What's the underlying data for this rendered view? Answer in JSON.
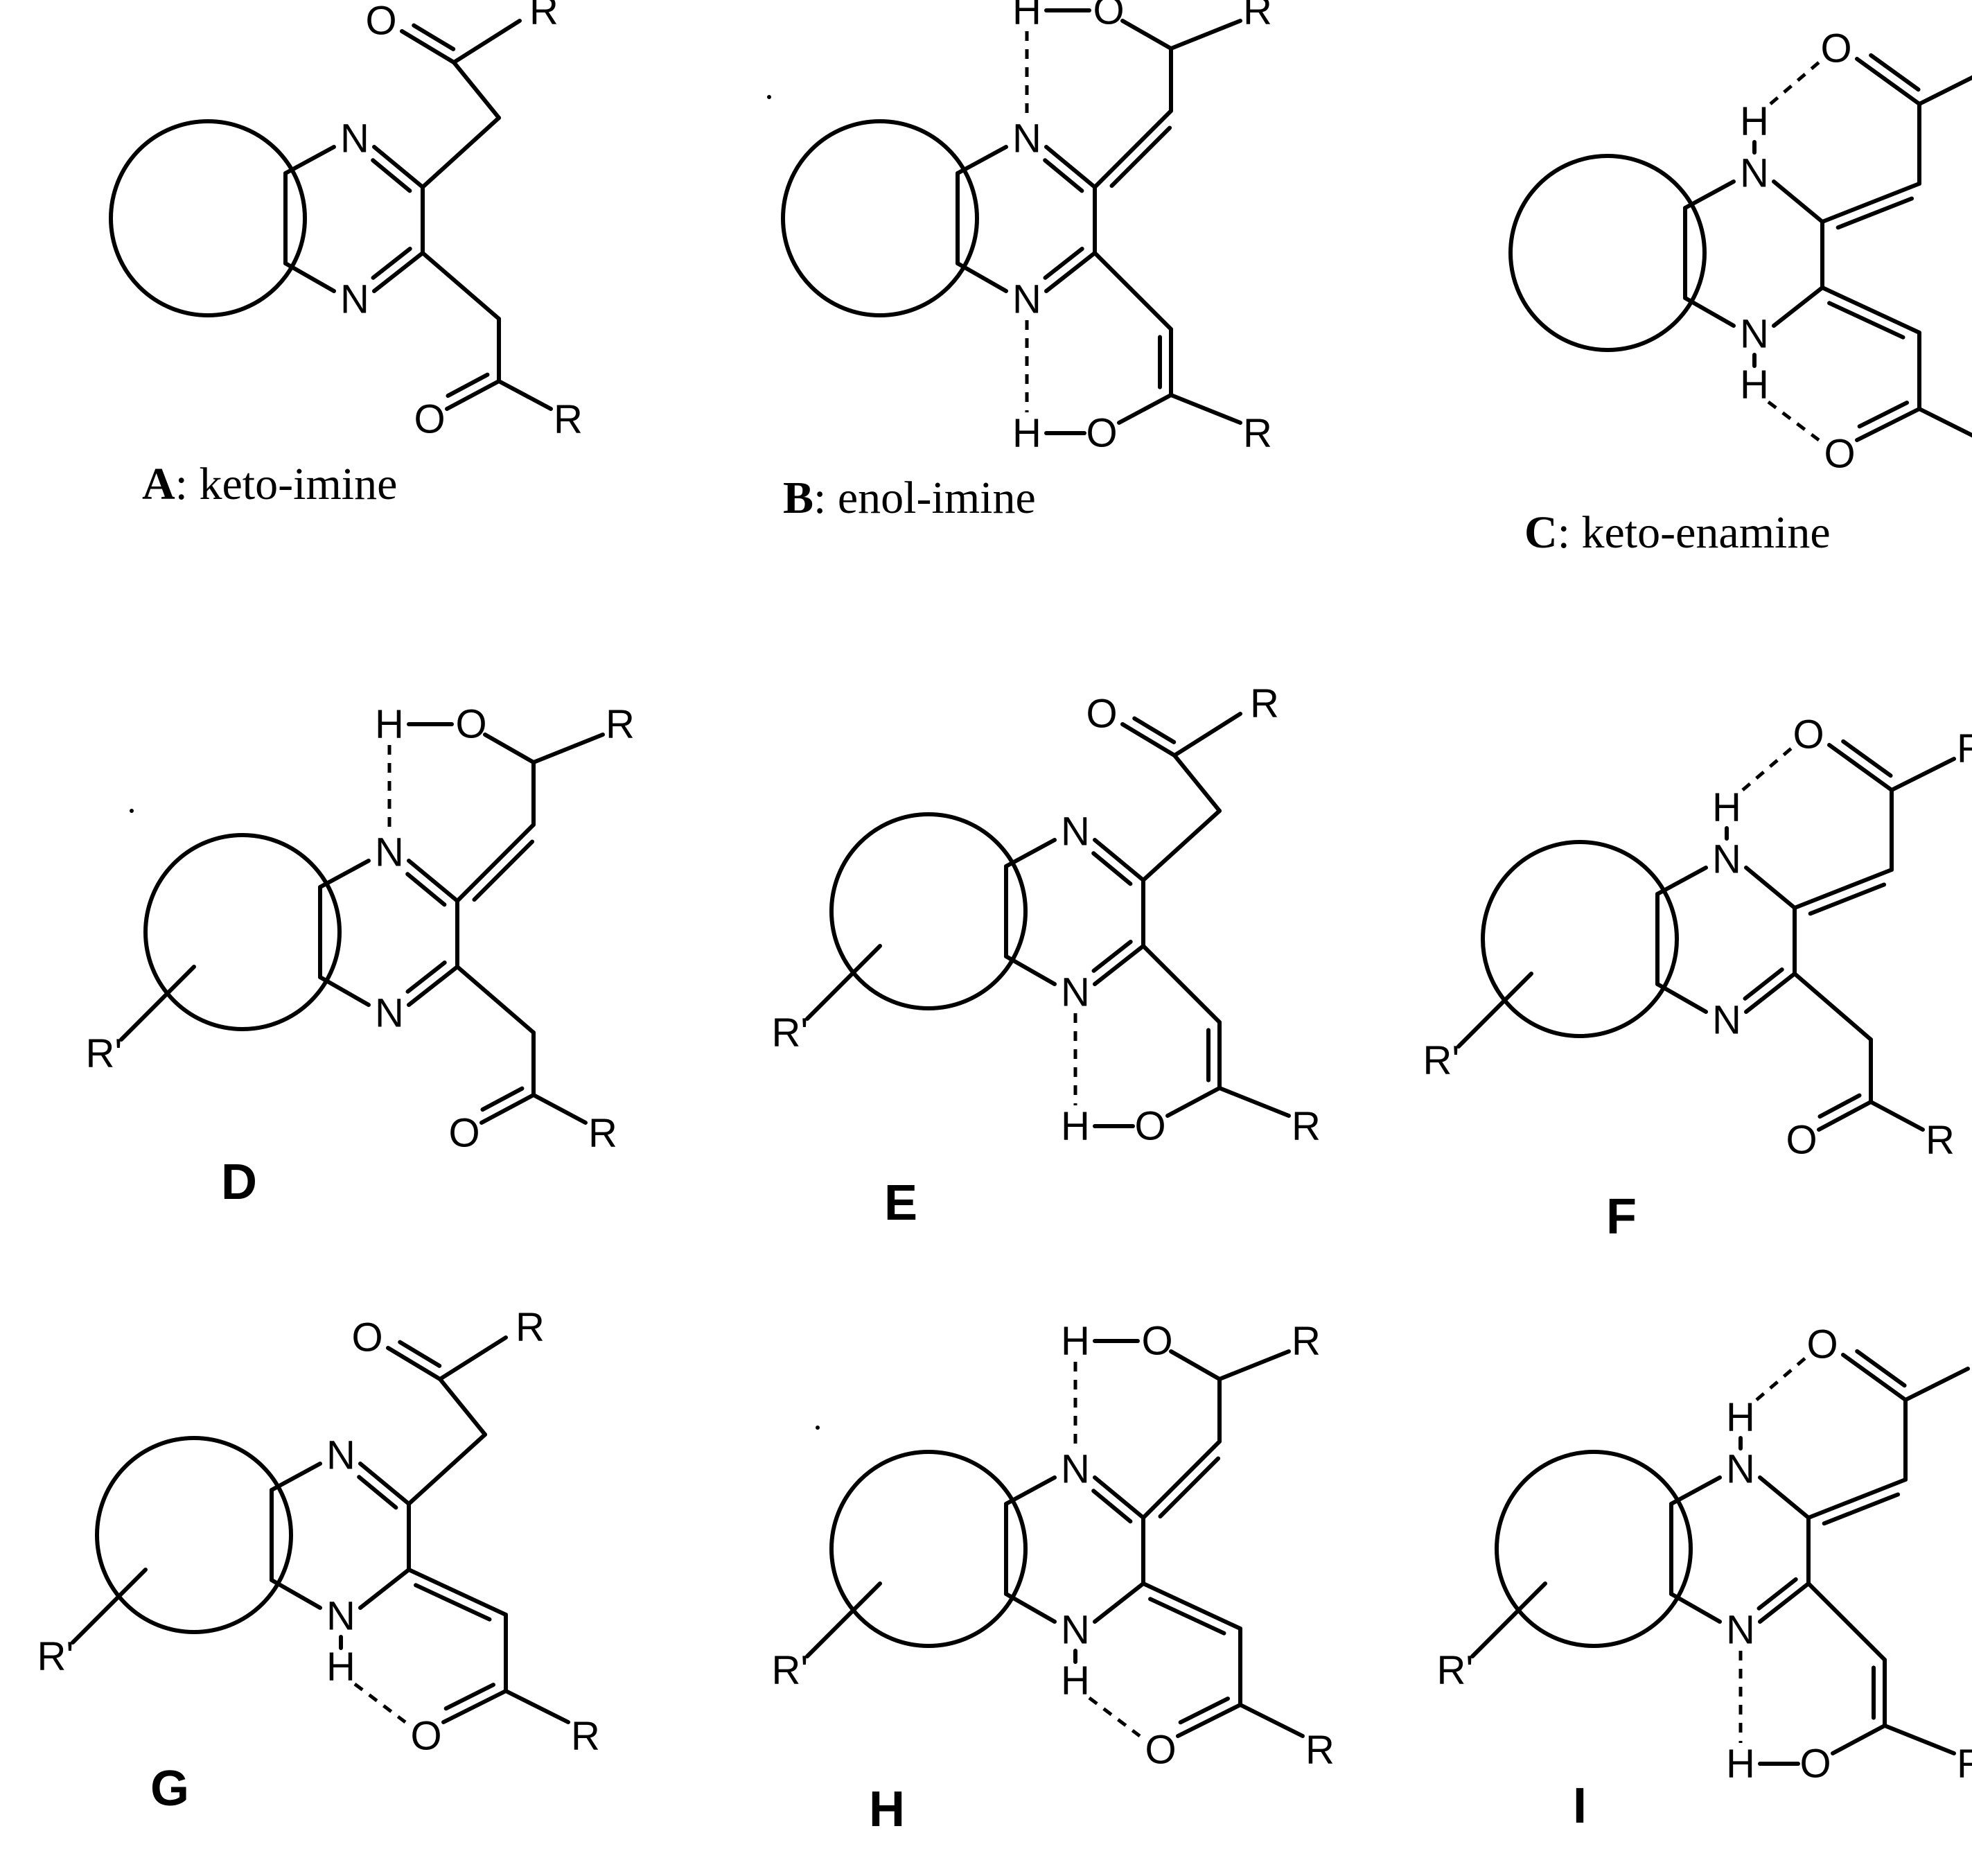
{
  "atoms": {
    "N": "N",
    "O": "O",
    "H": "H",
    "R": "R",
    "R_prime": "R'"
  },
  "structures": [
    {
      "letter": "A",
      "separator": ": ",
      "name": "keto-imine"
    },
    {
      "letter": "B",
      "separator": ": ",
      "name": "enol-imine"
    },
    {
      "letter": "C",
      "separator": ": ",
      "name": "keto-enamine"
    },
    {
      "letter": "D",
      "separator": "",
      "name": ""
    },
    {
      "letter": "E",
      "separator": "",
      "name": ""
    },
    {
      "letter": "F",
      "separator": "",
      "name": ""
    },
    {
      "letter": "G",
      "separator": "",
      "name": ""
    },
    {
      "letter": "H",
      "separator": "",
      "name": ""
    },
    {
      "letter": "I",
      "separator": "",
      "name": ""
    }
  ],
  "colors": {
    "ink": "#000000",
    "background": "#ffffff"
  }
}
